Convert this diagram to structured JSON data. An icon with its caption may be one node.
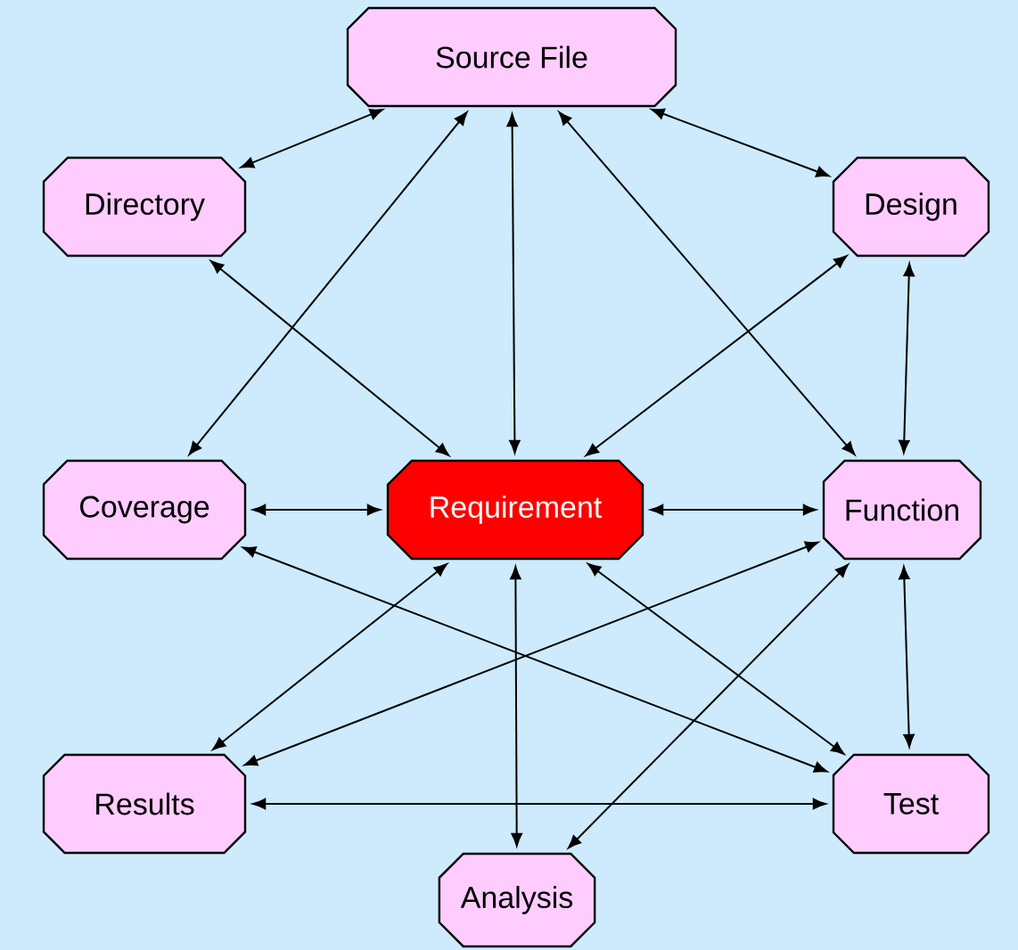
{
  "diagram": {
    "nodes": [
      {
        "text": [
          "Source File"
        ]
      },
      {
        "text": [
          "Directory"
        ]
      },
      {
        "text": [
          "Design"
        ]
      },
      {
        "text": [
          "Coverage"
        ]
      },
      {
        "text": [
          "Requirement"
        ]
      },
      {
        "text": [
          "Function"
        ]
      },
      {
        "text": [
          "Results"
        ]
      },
      {
        "text": [
          "Test"
        ]
      },
      {
        "text": [
          "Analysis"
        ]
      }
    ],
    "edges": [
      {
        "from": 0,
        "to": 1,
        "arrow": "both"
      },
      {
        "from": 0,
        "to": 2,
        "arrow": "both"
      },
      {
        "from": 0,
        "to": 3,
        "arrow": "both"
      },
      {
        "from": 0,
        "to": 4,
        "arrow": "both"
      },
      {
        "from": 0,
        "to": 5,
        "arrow": "both"
      },
      {
        "from": 1,
        "to": 4,
        "arrow": "both"
      },
      {
        "from": 2,
        "to": 4,
        "arrow": "both"
      },
      {
        "from": 2,
        "to": 5,
        "arrow": "both"
      },
      {
        "from": 3,
        "to": 4,
        "arrow": "both"
      },
      {
        "from": 4,
        "to": 5,
        "arrow": "both"
      },
      {
        "from": 3,
        "to": 7,
        "arrow": "both"
      },
      {
        "from": 4,
        "to": 6,
        "arrow": "both"
      },
      {
        "from": 4,
        "to": 8,
        "arrow": "both"
      },
      {
        "from": 4,
        "to": 7,
        "arrow": "both"
      },
      {
        "from": 5,
        "to": 6,
        "arrow": "both"
      },
      {
        "from": 5,
        "to": 8,
        "arrow": "both"
      },
      {
        "from": 5,
        "to": 7,
        "arrow": "both"
      },
      {
        "from": 6,
        "to": 7,
        "arrow": "both"
      }
    ]
  }
}
